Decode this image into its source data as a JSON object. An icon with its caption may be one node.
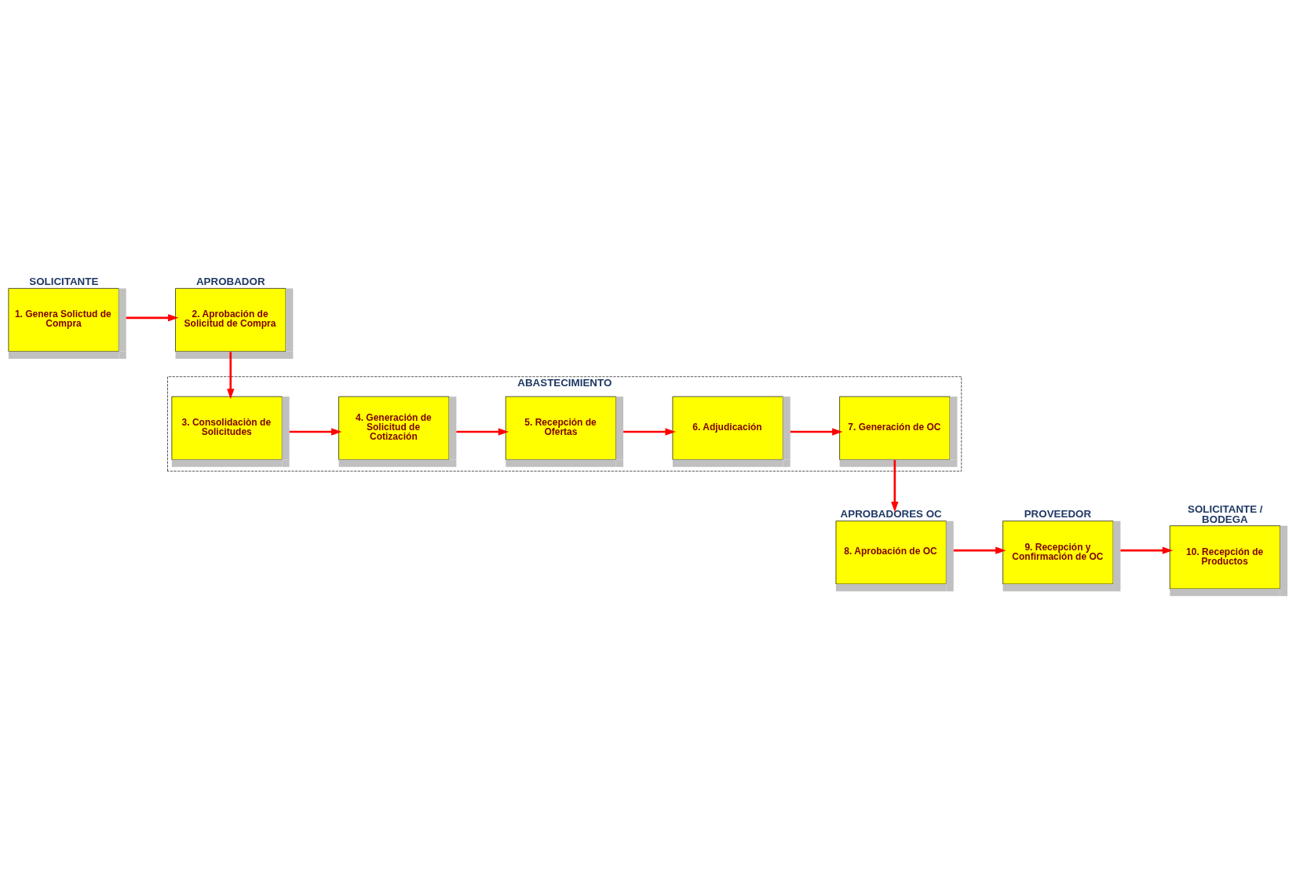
{
  "diagram": {
    "nodes": [
      {
        "text": [
          "SOLICITANTE",
          "1. Genera Solictud de Compra"
        ]
      },
      {
        "text": [
          "APROBADOR",
          "2. Aprobación de Solicitud de Compra"
        ]
      },
      {
        "text": [
          "ABASTECIMIENTO"
        ]
      },
      {
        "text": [
          "3. Consolidaciòn de Solicitudes"
        ],
        "in": 2
      },
      {
        "text": [
          "4. Generación de Solicitud de Cotización"
        ],
        "in": 2
      },
      {
        "text": [
          "5. Recepción de Ofertas"
        ],
        "in": 2
      },
      {
        "text": [
          "6. Adjudicación"
        ],
        "in": 2
      },
      {
        "text": [
          "7. Generación de OC"
        ],
        "in": 2
      },
      {
        "text": [
          "APROBADORES OC",
          "8. Aprobación de OC"
        ]
      },
      {
        "text": [
          "PROVEEDOR",
          "9. Recepción y Confirmación de OC"
        ]
      },
      {
        "text": [
          "SOLICITANTE / BODEGA",
          "10. Recepción de Productos"
        ]
      }
    ],
    "edges": [
      {
        "from": 0,
        "to": 1,
        "arrow": "to"
      },
      {
        "from": 1,
        "to": 3,
        "arrow": "to"
      },
      {
        "from": 3,
        "to": 4,
        "arrow": "to"
      },
      {
        "from": 4,
        "to": 5,
        "arrow": "to"
      },
      {
        "from": 5,
        "to": 6,
        "arrow": "to"
      },
      {
        "from": 6,
        "to": 7,
        "arrow": "to"
      },
      {
        "from": 7,
        "to": 8,
        "arrow": "to"
      },
      {
        "from": 8,
        "to": 9,
        "arrow": "to"
      },
      {
        "from": 9,
        "to": 10,
        "arrow": "to"
      }
    ]
  }
}
